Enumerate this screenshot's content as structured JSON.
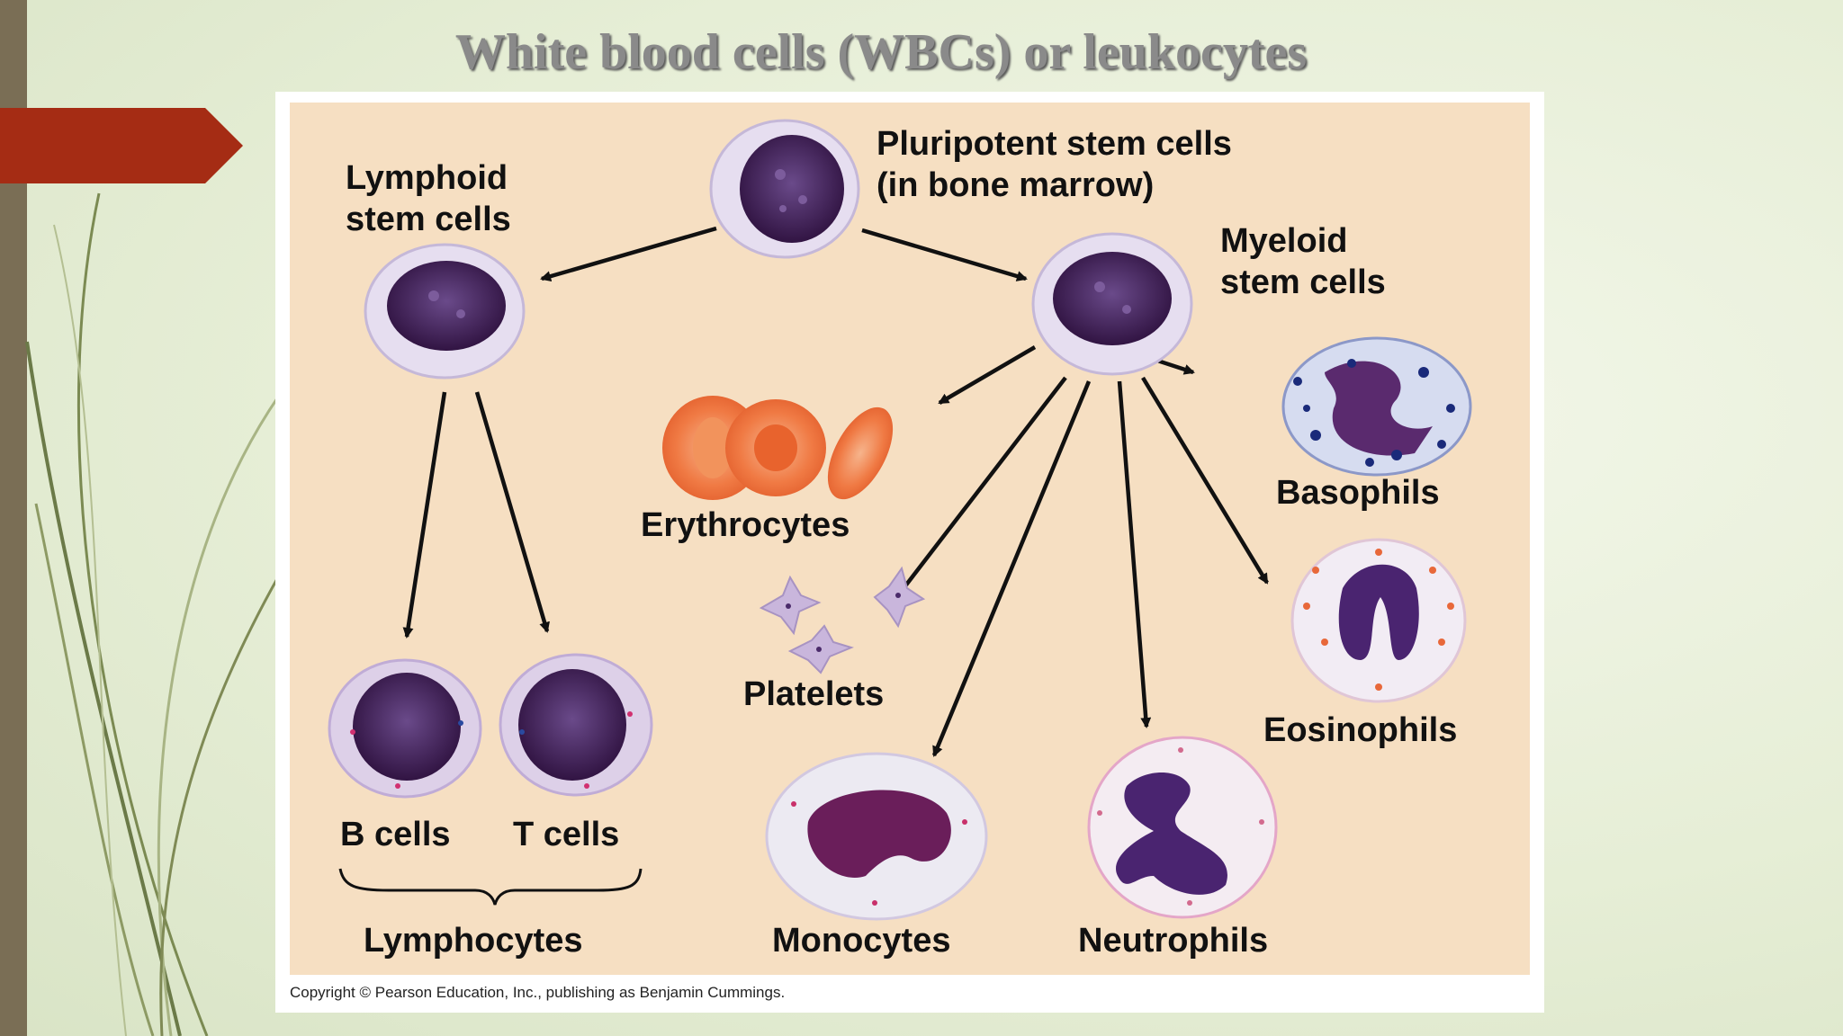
{
  "slide": {
    "title": "White blood cells (WBCs) or leukocytes",
    "accent_color": "#a52c14",
    "left_bar_color": "#7a6e55"
  },
  "diagram": {
    "background_color": "#f6dfc2",
    "labels": {
      "pluripotent_line1": "Pluripotent stem cells",
      "pluripotent_line2": "(in bone marrow)",
      "lymphoid_line1": "Lymphoid",
      "lymphoid_line2": "stem cells",
      "myeloid_line1": "Myeloid",
      "myeloid_line2": "stem cells",
      "erythrocytes": "Erythrocytes",
      "platelets": "Platelets",
      "basophils": "Basophils",
      "eosinophils": "Eosinophils",
      "b_cells": "B cells",
      "t_cells": "T cells",
      "lymphocytes": "Lymphocytes",
      "monocytes": "Monocytes",
      "neutrophils": "Neutrophils"
    },
    "copyright": "Copyright © Pearson Education, Inc., publishing as Benjamin Cummings."
  }
}
